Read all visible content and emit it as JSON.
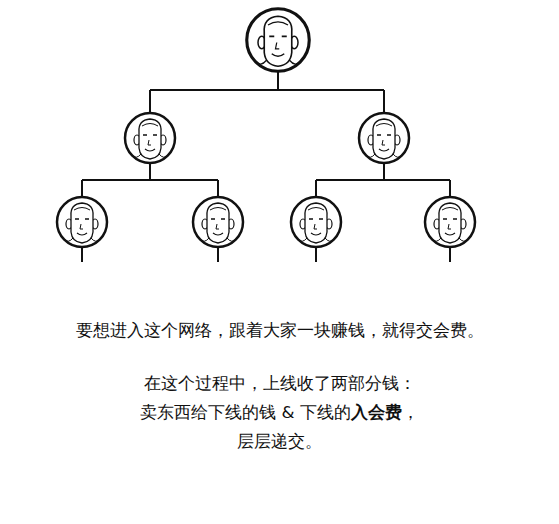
{
  "diagram": {
    "labels": [
      "要想进入这个网络，跟着大家一块赚钱，就得交会费。",
      "在这个过程中，上线收了两部分钱：",
      "卖东西给下线的钱 & 下线的入会费，",
      "层层递交。"
    ]
  }
}
